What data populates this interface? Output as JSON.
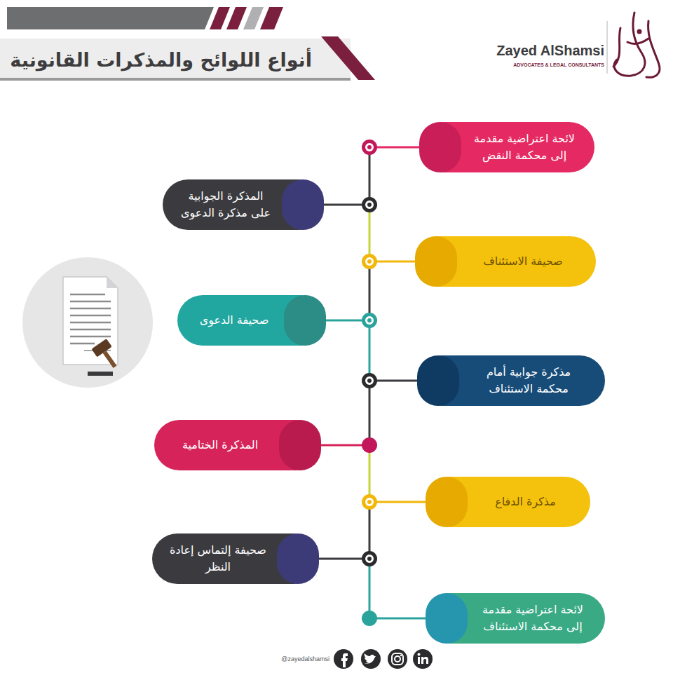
{
  "diagram": {
    "title": "أنواع اللوائح والمذكرات القانونية",
    "nodes": [
      {
        "text": [
          "لائحة اعتراضية مقدمة إلى محكمة النقض"
        ]
      },
      {
        "text": [
          "المذكرة الجوابية على مذكرة الدعوى"
        ]
      },
      {
        "text": [
          "صحيفة الاستئناف"
        ]
      },
      {
        "text": [
          "صحيفة الدعوى"
        ]
      },
      {
        "text": [
          "مذكرة جوابية أمام محكمة الاستئناف"
        ]
      },
      {
        "text": [
          "المذكرة الختامية"
        ]
      },
      {
        "text": [
          "مذكرة الدفاع"
        ]
      },
      {
        "text": [
          "صحيفة إلتماس إعادة النظر"
        ]
      },
      {
        "text": [
          "لائحة اعتراضية مقدمة إلى محكمة الاستئناف"
        ]
      }
    ],
    "labels": [
      "Zayed AlShamsi",
      "ADVOCATES & LEGAL CONSULTANTS",
      "@zayedalshamsi"
    ]
  }
}
